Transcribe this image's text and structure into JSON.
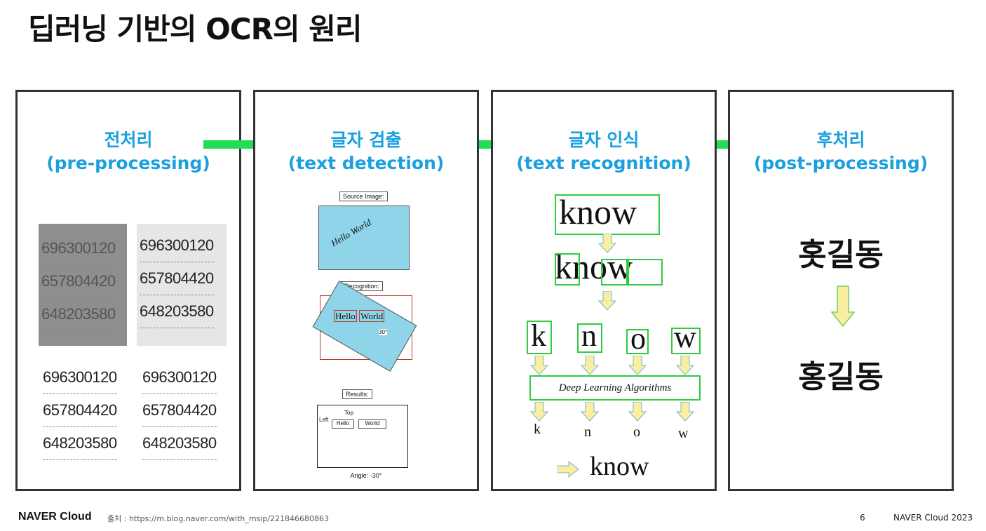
{
  "slide": {
    "title": "딥러닝 기반의 OCR의 원리"
  },
  "colors": {
    "accent": "#1aa0e0",
    "arrow_green": "#22dd55",
    "detect_blue": "#8fd4e8",
    "box_green": "#2ecc40"
  },
  "panels": [
    {
      "title_ko": "전처리",
      "title_en": "(pre-processing)",
      "numbers": [
        "696300120",
        "657804420",
        "648203580"
      ]
    },
    {
      "title_ko": "글자 검출",
      "title_en": "(text detection)",
      "source_label": "Source Image:",
      "sample_text": "Hello World",
      "recognition_label": "Recognition:",
      "word1": "Hello",
      "word2": "World",
      "angle_mark": "30°",
      "results_label": "Results:",
      "top_label": "Top",
      "left_label": "Left",
      "angle_label": "Angle: -30°"
    },
    {
      "title_ko": "글자 인식",
      "title_en": "(text recognition)",
      "word": "know",
      "letters": [
        "k",
        "n",
        "o",
        "w"
      ],
      "algo_label": "Deep Learning Algorithms",
      "result_word": "know"
    },
    {
      "title_ko": "후처리",
      "title_en": "(post-processing)",
      "before": "홋길동",
      "after": "홍길동"
    }
  ],
  "footer": {
    "brand": "NAVER Cloud",
    "source": "출처 : https://m.blog.naver.com/with_msip/221846680863",
    "page": "6",
    "right": "NAVER Cloud 2023"
  }
}
